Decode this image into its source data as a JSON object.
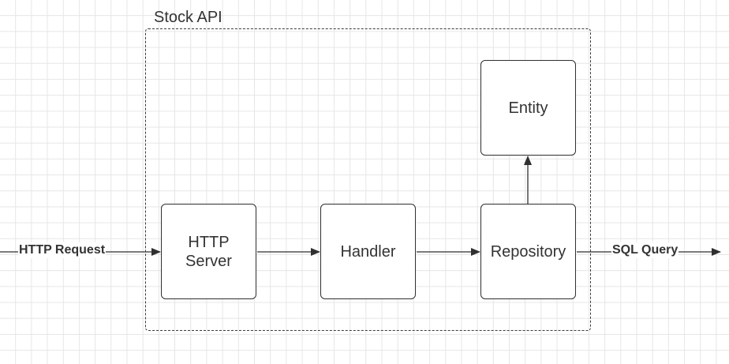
{
  "diagram": {
    "group": {
      "title": "Stock API"
    },
    "nodes": {
      "http_server": {
        "line1": "HTTP",
        "line2": "Server"
      },
      "handler": {
        "label": "Handler"
      },
      "repository": {
        "label": "Repository"
      },
      "entity": {
        "label": "Entity"
      }
    },
    "edges": {
      "incoming_label": "HTTP Request",
      "outgoing_label": "SQL Query"
    }
  },
  "colors": {
    "grid": "#e6e6e6",
    "stroke": "#2f2f2f",
    "text": "#333333",
    "background": "#ffffff"
  }
}
